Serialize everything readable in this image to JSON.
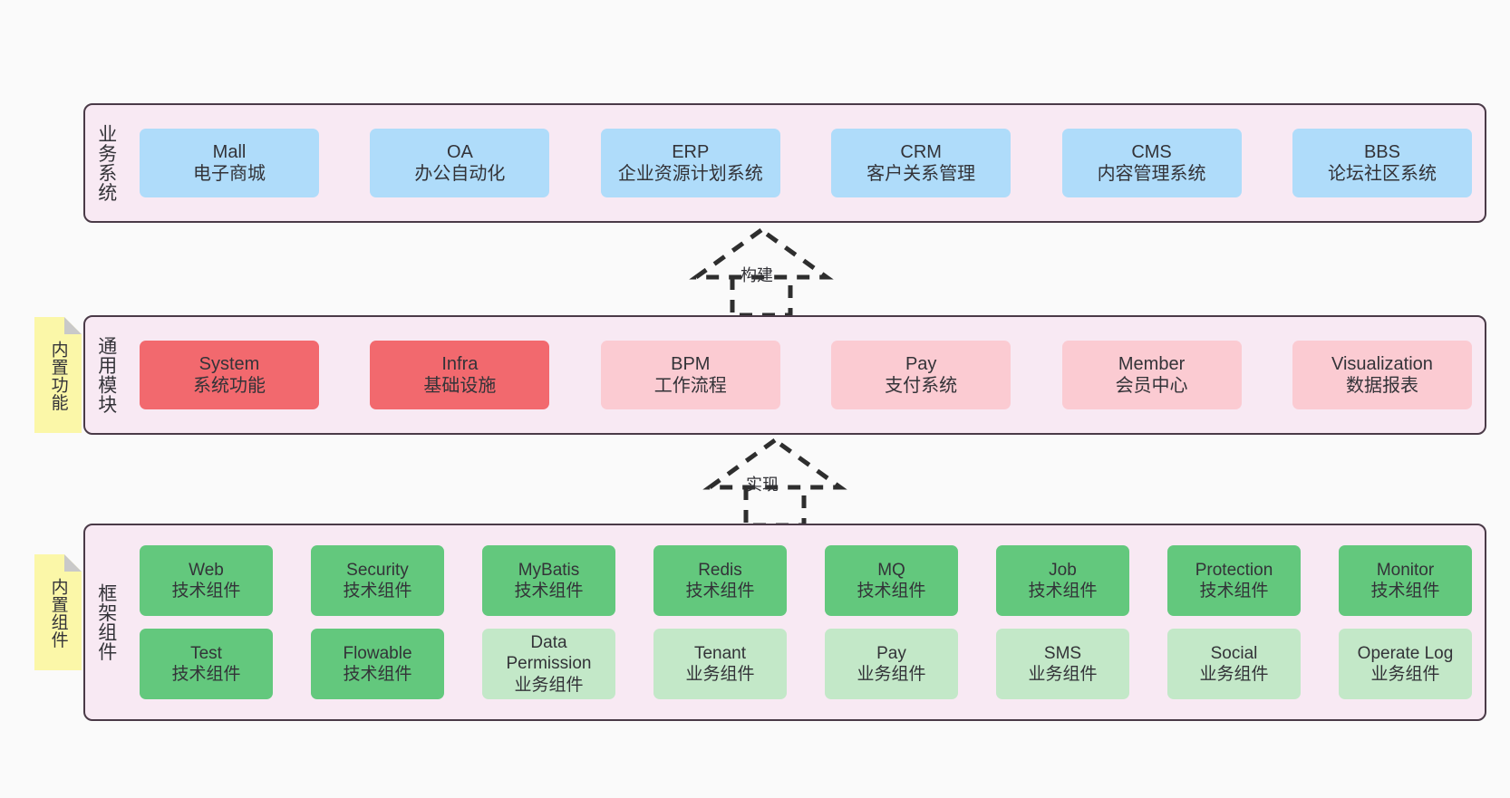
{
  "diagram": {
    "background_color": "#fafafa",
    "panel_color": "#f8e9f3",
    "panel_border_color": "#4a3a47",
    "note_color": "#fbf7a8",
    "colors": {
      "blue": "#afdcfa",
      "red": "#f2696e",
      "pink": "#fbcbd2",
      "green": "#63c87d",
      "light_green": "#c3e8c8"
    }
  },
  "layers": {
    "business": {
      "title": "业务系统",
      "cards": [
        {
          "en": "Mall",
          "cn": "电子商城"
        },
        {
          "en": "OA",
          "cn": "办公自动化"
        },
        {
          "en": "ERP",
          "cn": "企业资源计划系统"
        },
        {
          "en": "CRM",
          "cn": "客户关系管理"
        },
        {
          "en": "CMS",
          "cn": "内容管理系统"
        },
        {
          "en": "BBS",
          "cn": "论坛社区系统"
        }
      ]
    },
    "modules": {
      "title": "通用模块",
      "note": "内置功能",
      "cards": [
        {
          "en": "System",
          "cn": "系统功能"
        },
        {
          "en": "Infra",
          "cn": "基础设施"
        },
        {
          "en": "BPM",
          "cn": "工作流程"
        },
        {
          "en": "Pay",
          "cn": "支付系统"
        },
        {
          "en": "Member",
          "cn": "会员中心"
        },
        {
          "en": "Visualization",
          "cn": "数据报表"
        }
      ]
    },
    "framework": {
      "title": "框架组件",
      "note": "内置组件",
      "row1": [
        {
          "en": "Web",
          "cn": "技术组件"
        },
        {
          "en": "Security",
          "cn": "技术组件"
        },
        {
          "en": "MyBatis",
          "cn": "技术组件"
        },
        {
          "en": "Redis",
          "cn": "技术组件"
        },
        {
          "en": "MQ",
          "cn": "技术组件"
        },
        {
          "en": "Job",
          "cn": "技术组件"
        },
        {
          "en": "Protection",
          "cn": "技术组件"
        },
        {
          "en": "Monitor",
          "cn": "技术组件"
        }
      ],
      "row2": [
        {
          "en": "Test",
          "cn": "技术组件"
        },
        {
          "en": "Flowable",
          "cn": "技术组件"
        },
        {
          "en": "Data Permission",
          "cn": "业务组件"
        },
        {
          "en": "Tenant",
          "cn": "业务组件"
        },
        {
          "en": "Pay",
          "cn": "业务组件"
        },
        {
          "en": "SMS",
          "cn": "业务组件"
        },
        {
          "en": "Social",
          "cn": "业务组件"
        },
        {
          "en": "Operate Log",
          "cn": "业务组件"
        }
      ]
    }
  },
  "connectors": {
    "build": {
      "label": "构建"
    },
    "realize": {
      "label": "实现"
    }
  }
}
